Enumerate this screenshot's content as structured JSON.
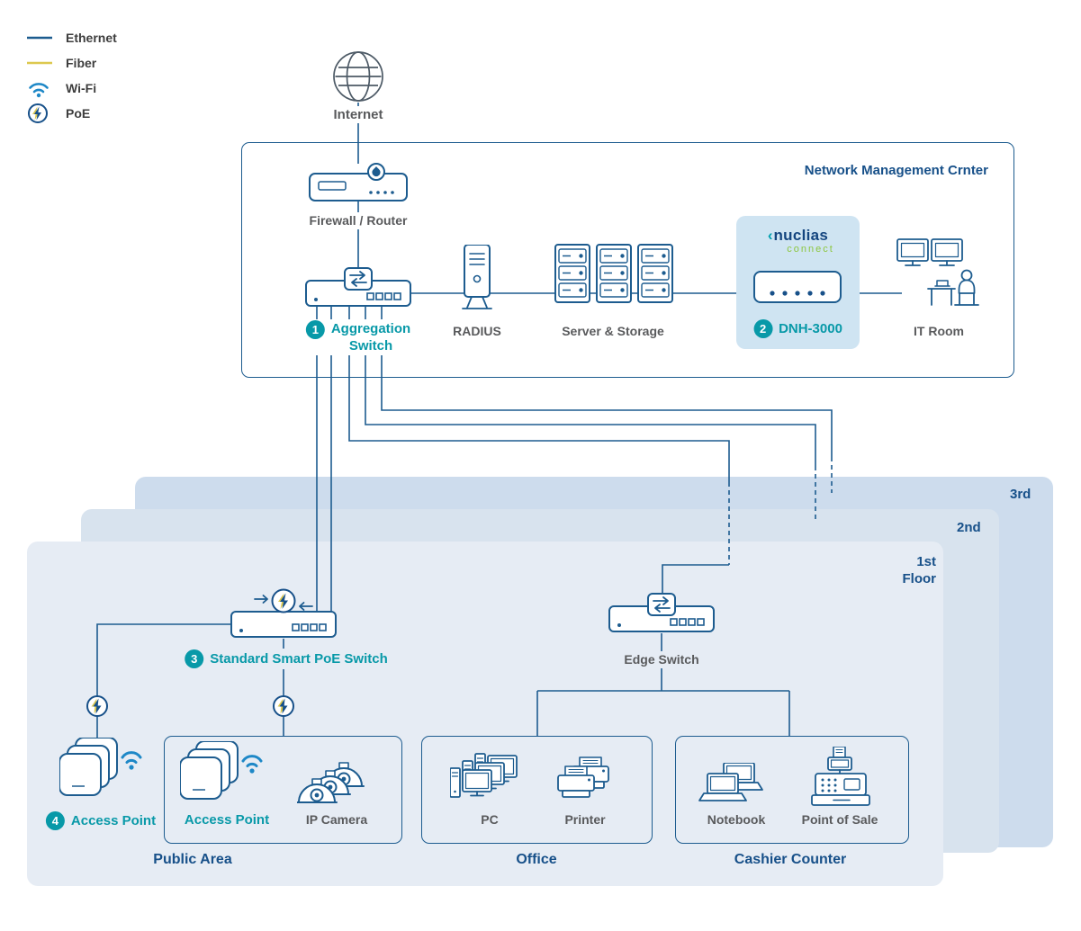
{
  "colors": {
    "line": "#1d5c8f",
    "teal": "#0899a8",
    "navy": "#175089",
    "gray": "#595a5c",
    "fiber": "#ddc84f",
    "wifi": "#1e88c7",
    "logo_green": "#8dc63f",
    "floor1_bg": "#e6ecf4",
    "floor2_bg": "#d8e3ee",
    "floor3_bg": "#cddced",
    "dnh_bg": "#cfe4f2"
  },
  "legend": {
    "items": [
      {
        "icon": "ethernet-line-icon",
        "label": "Ethernet"
      },
      {
        "icon": "fiber-line-icon",
        "label": "Fiber"
      },
      {
        "icon": "wifi-icon",
        "label": "Wi-Fi"
      },
      {
        "icon": "poe-icon",
        "label": "PoE"
      }
    ]
  },
  "internet": {
    "label": "Internet"
  },
  "nmc": {
    "title": "Network Management Crnter",
    "firewall_label": "Firewall / Router",
    "agg_badge": "1",
    "agg_line1": "Aggregation",
    "agg_line2": "Switch",
    "radius_label": "RADIUS",
    "servers_label": "Server & Storage",
    "logo_mark": "‹",
    "logo_main": "nuclias",
    "logo_sub": "connect",
    "dnh_badge": "2",
    "dnh_label": "DNH-3000",
    "itroom_label": "IT Room"
  },
  "floors": {
    "third": "3rd",
    "second": "2nd",
    "first_line1": "1st",
    "first_line2": "Floor"
  },
  "ground": {
    "poe_badge": "3",
    "poe_label": "Standard Smart PoE Switch",
    "edge_label": "Edge Switch",
    "ap_badge": "4",
    "ap_label": "Access Point",
    "public": {
      "title": "Public Area",
      "ap_label": "Access Point",
      "camera_label": "IP Camera"
    },
    "office": {
      "title": "Office",
      "pc_label": "PC",
      "printer_label": "Printer"
    },
    "cashier": {
      "title": "Cashier Counter",
      "notebook_label": "Notebook",
      "pos_label": "Point of Sale"
    }
  }
}
